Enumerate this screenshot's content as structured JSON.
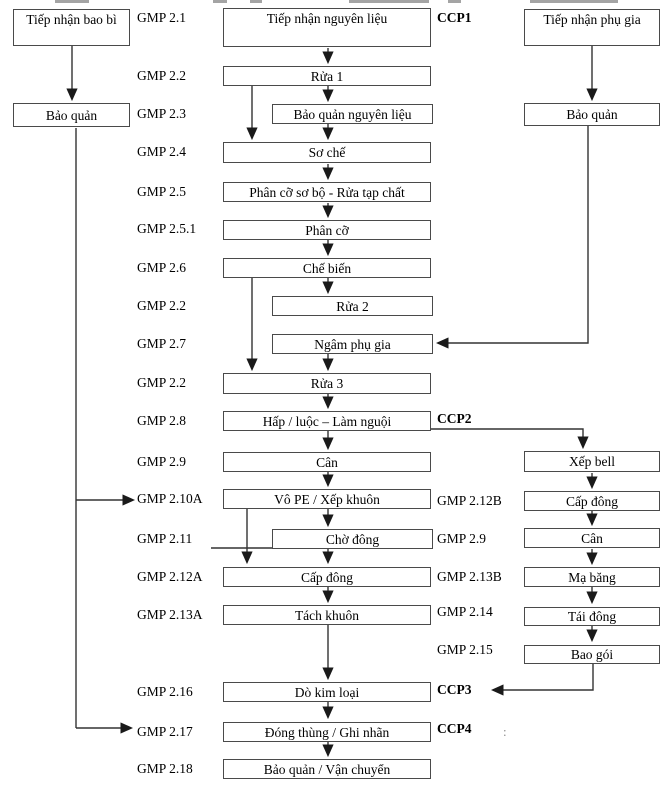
{
  "packaging_branch": {
    "boxes": [
      {
        "label": "Tiếp nhận bao bì"
      },
      {
        "label": "Bảo quản"
      }
    ]
  },
  "additive_branch": {
    "boxes": [
      {
        "label": "Tiếp nhận phụ gia"
      },
      {
        "label": "Bảo quản"
      }
    ]
  },
  "main_flow": {
    "steps": [
      {
        "gmp": "GMP 2.1",
        "label": "Tiếp nhận nguyên liệu",
        "ccp": "CCP1"
      },
      {
        "gmp": "GMP 2.2",
        "label": "Rửa 1"
      },
      {
        "gmp": "GMP 2.3",
        "label": "Bảo quản nguyên liệu"
      },
      {
        "gmp": "GMP 2.4",
        "label": "Sơ chế"
      },
      {
        "gmp": "GMP 2.5",
        "label": "Phân cỡ sơ bộ - Rửa tạp chất"
      },
      {
        "gmp": "GMP 2.5.1",
        "label": "Phân cỡ"
      },
      {
        "gmp": "GMP 2.6",
        "label": "Chế biến"
      },
      {
        "gmp": "GMP 2.2",
        "label": "Rửa 2"
      },
      {
        "gmp": "GMP 2.7",
        "label": "Ngâm phụ gia"
      },
      {
        "gmp": "GMP 2.2",
        "label": "Rửa 3"
      },
      {
        "gmp": "GMP 2.8",
        "label": "Hấp /  luộc – Làm nguội",
        "ccp": "CCP2"
      },
      {
        "gmp": "GMP 2.9",
        "label": "Cân"
      },
      {
        "gmp": "GMP 2.10A",
        "label": "Vô PE / Xếp khuôn"
      },
      {
        "gmp": "GMP 2.11",
        "label": "Chờ đông"
      },
      {
        "gmp": "GMP 2.12A",
        "label": "Cấp đông"
      },
      {
        "gmp": "GMP 2.13A",
        "label": "Tách khuôn"
      },
      {
        "gmp": "GMP 2.16",
        "label": "Dò kim loại",
        "ccp": "CCP3"
      },
      {
        "gmp": "GMP 2.17",
        "label": "Đóng thùng / Ghi nhãn",
        "ccp": "CCP4"
      },
      {
        "gmp": "GMP 2.18",
        "label": "Bảo quản / Vận chuyển"
      }
    ]
  },
  "block_branch": {
    "steps": [
      {
        "gmp": "",
        "label": "Xếp bell"
      },
      {
        "gmp": "GMP 2.12B",
        "label": "Cấp đông"
      },
      {
        "gmp": "GMP 2.9",
        "label": "Cân"
      },
      {
        "gmp": "GMP 2.13B",
        "label": "Mạ băng"
      },
      {
        "gmp": "GMP 2.14",
        "label": "Tái đông"
      },
      {
        "gmp": "GMP 2.15",
        "label": "Bao gói"
      }
    ]
  },
  "artifact": {
    "stray_mark": ":"
  },
  "colors": {
    "line": "#333333",
    "box_border": "#4a4a4a"
  }
}
